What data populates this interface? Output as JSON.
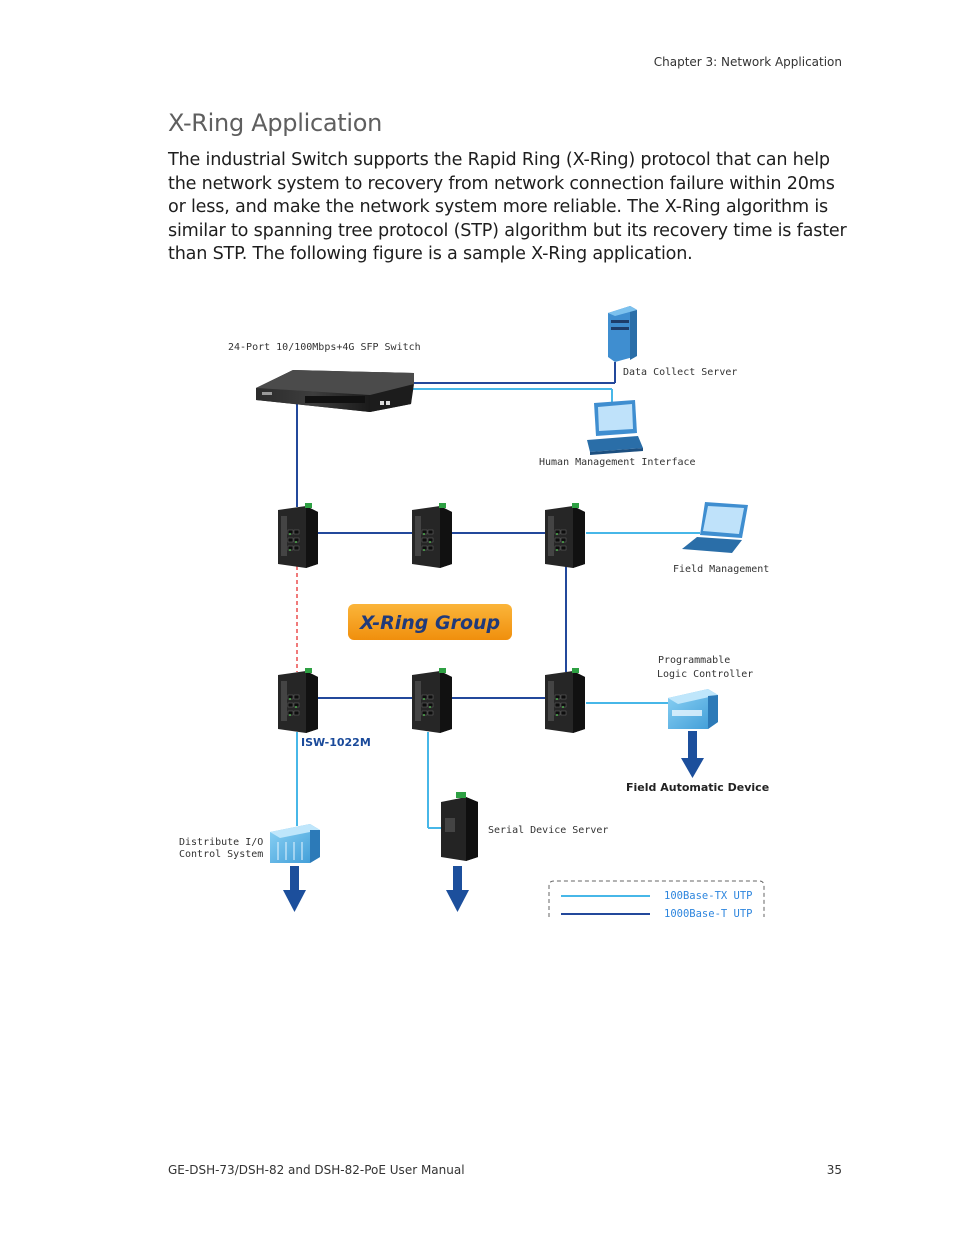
{
  "header": {
    "chapter": "Chapter 3: Network Application"
  },
  "section": {
    "title": "X-Ring Application",
    "paragraph": "The industrial Switch supports the Rapid Ring (X-Ring) protocol that can help the network system to recovery from network connection failure within 20ms or less, and make the network system more reliable. The X-Ring algorithm is similar to spanning tree protocol (STP) algorithm but its recovery time is faster than STP. The following figure is a sample X-Ring application."
  },
  "figure": {
    "core_switch_label": "24-Port 10/100Mbps+4G SFP Switch",
    "server_label": "Data Collect Server",
    "hmi_label": "Human Management Interface",
    "field_mgmt_label": "Field Management",
    "group_label": "X-Ring Group",
    "plc_label_line1": "Programmable",
    "plc_label_line2": "Logic Controller",
    "switch_model_label": "ISW-1022M",
    "field_device_label": "Field Automatic Device",
    "serial_label": "Serial Device Server",
    "io_label_line1": "Distribute I/O",
    "io_label_line2": "Control System",
    "legend": {
      "utp_100": "100Base-TX UTP",
      "utp_1000": "1000Base-T UTP"
    },
    "colors": {
      "light_link": "#47b7e8",
      "dark_link": "#23489b",
      "backup_link": "#f07a7a",
      "group_badge": "#f7a21b",
      "arrow": "#1c4f9c"
    }
  },
  "footer": {
    "manual": "GE-DSH-73/DSH-82 and DSH-82-PoE User Manual",
    "page": "35"
  }
}
